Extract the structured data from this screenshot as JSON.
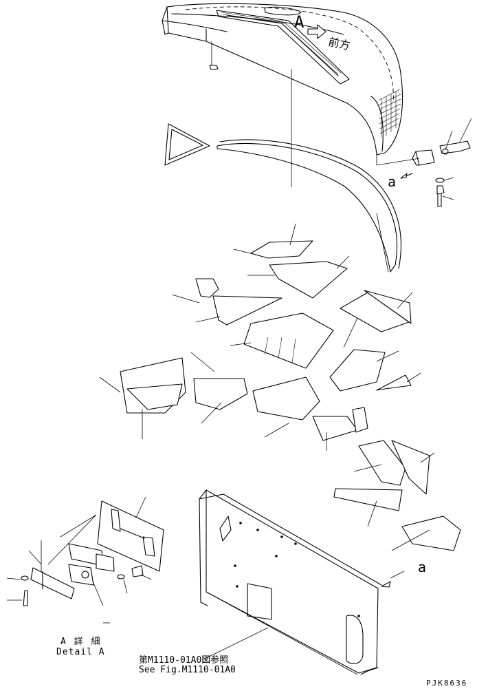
{
  "labels": {
    "view_arrow": "A",
    "front_mark": "前方",
    "connector_a_top": "a",
    "connector_a_bottom": "a",
    "detail_jp": "A 詳 細",
    "detail_en": "Detail A",
    "ref_jp": "第M1110-01A0図参照",
    "ref_en": "See Fig.M1110-01A0",
    "drawing_code": "PJK8636"
  }
}
